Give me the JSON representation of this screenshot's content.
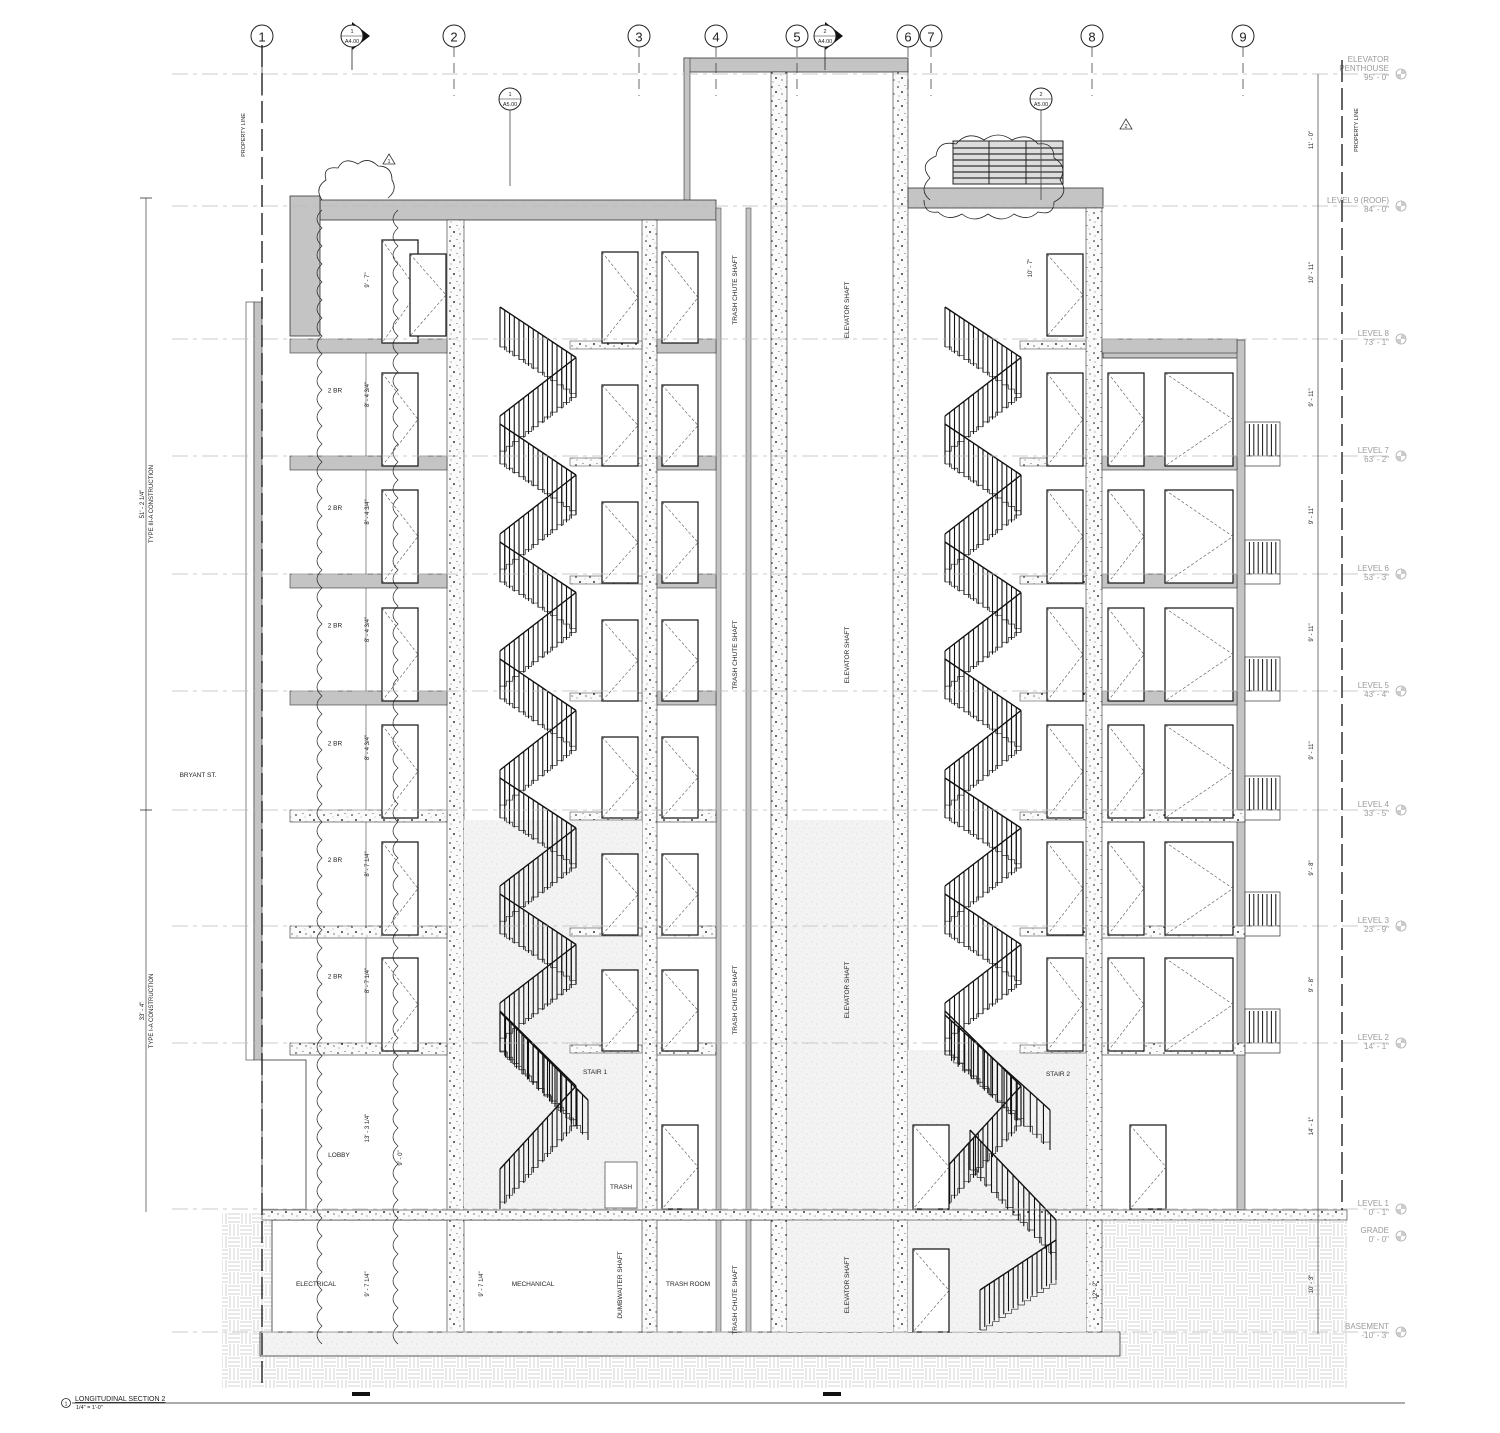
{
  "drawing": {
    "title": "LONGITUDINAL SECTION 2",
    "scale": "1/4\" = 1'-0\"",
    "view_number": "1",
    "street_label": "BRYANT ST.",
    "property_line_label": "PROPERTY LINE"
  },
  "grid_lines": [
    {
      "label": "1"
    },
    {
      "label": "2"
    },
    {
      "label": "3"
    },
    {
      "label": "4"
    },
    {
      "label": "5"
    },
    {
      "label": "6"
    },
    {
      "label": "7"
    },
    {
      "label": "8"
    },
    {
      "label": "9"
    }
  ],
  "section_markers": [
    {
      "number": "1",
      "sheet": "A4.00"
    },
    {
      "number": "2",
      "sheet": "A4.00"
    }
  ],
  "detail_callouts": [
    {
      "number": "1",
      "sheet": "A5.00"
    },
    {
      "number": "2",
      "sheet": "A5.00"
    }
  ],
  "revision_tags": [
    "1",
    "2"
  ],
  "levels": [
    {
      "name": "ELEVATOR PENTHOUSE",
      "elevation": "95' - 0\""
    },
    {
      "name": "LEVEL 9 (ROOF)",
      "elevation": "84' - 0\""
    },
    {
      "name": "LEVEL 8",
      "elevation": "73' - 1\""
    },
    {
      "name": "LEVEL 7",
      "elevation": "63' - 2\""
    },
    {
      "name": "LEVEL 6",
      "elevation": "53' - 3\""
    },
    {
      "name": "LEVEL 5",
      "elevation": "43' - 4\""
    },
    {
      "name": "LEVEL 4",
      "elevation": "33' - 5\""
    },
    {
      "name": "LEVEL 3",
      "elevation": "23' - 9\""
    },
    {
      "name": "LEVEL 2",
      "elevation": "14' - 1\""
    },
    {
      "name": "LEVEL 1",
      "elevation": "0' - 1\""
    },
    {
      "name": "GRADE",
      "elevation": "0' - 0\""
    },
    {
      "name": "BASEMENT",
      "elevation": "-10' - 3\""
    }
  ],
  "floor_to_floor_dims": [
    "11' - 0\"",
    "10' - 11\"",
    "9' - 11\"",
    "9' - 11\"",
    "9' - 11\"",
    "9' - 11\"",
    "9' - 8\"",
    "9' - 8\"",
    "14' - 1\"",
    "10' - 3\""
  ],
  "construction_zones": [
    {
      "dimension": "51' - 2 1/4\"",
      "type": "TYPE III-A CONSTRUCTION"
    },
    {
      "dimension": "33' - 4\"",
      "type": "TYPE I-A CONSTRUCTION"
    }
  ],
  "unit_rows": [
    {
      "room": "2 BR",
      "ceiling": "8' - 4 3/4\""
    },
    {
      "room": "2 BR",
      "ceiling": "8' - 4 3/4\""
    },
    {
      "room": "2 BR",
      "ceiling": "8' - 4 3/4\""
    },
    {
      "room": "2 BR",
      "ceiling": "8' - 4 3/4\""
    },
    {
      "room": "2 BR",
      "ceiling": "8' - 7 1/4\""
    },
    {
      "room": "2 BR",
      "ceiling": "8' - 7 1/4\""
    }
  ],
  "top_unit_ceiling": "9' - 7\"",
  "penthouse_ceiling": "10' - 7\"",
  "ground_rooms": {
    "lobby": "LOBBY",
    "lobby_ceiling": "13' - 3 1/4\"",
    "lobby_door": "9' - 0\"",
    "stair1": "STAIR 1",
    "stair2": "STAIR 2",
    "trash": "TRASH",
    "electrical": "ELECTRICAL",
    "electrical_ceiling": "9' - 7 1/4\"",
    "mechanical": "MECHANICAL",
    "mechanical_ceiling": "9' - 7 1/4\"",
    "dumbwaiter": "DUMBWAITER SHAFT",
    "trash_room": "TRASH ROOM",
    "stair2_basement_dim": "12' - 2\""
  },
  "shaft_labels": {
    "trash_chute": "TRASH CHUTE SHAFT",
    "elevator": "ELEVATOR SHAFT"
  }
}
